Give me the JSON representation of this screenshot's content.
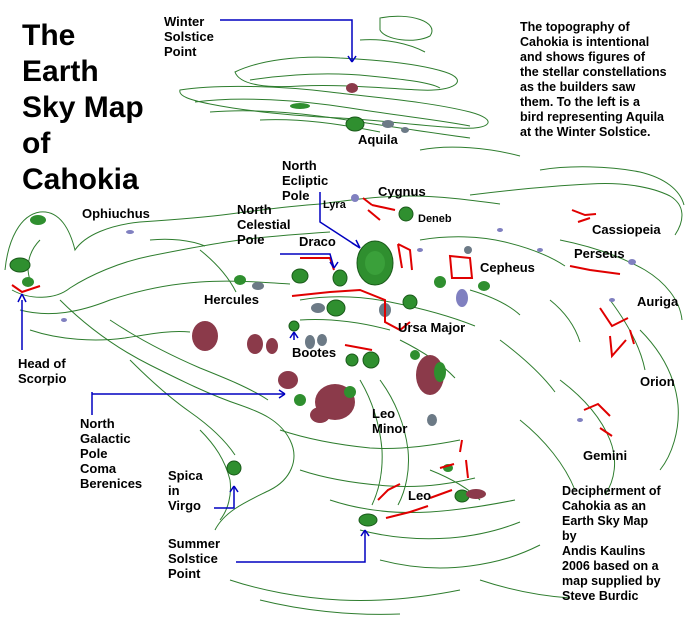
{
  "title": "The\nEarth\nSky Map\nof\nCahokia",
  "intro_note": "The topography of\nCahokia is intentional\nand shows figures of\nthe stellar constellations\nas the builders saw\nthem. To the left is a\nbird representing Aquila\nat the Winter Solstice.",
  "credit_note": "Decipherment of\nCahokia as an\nEarth Sky Map\nby\nAndis Kaulins\n2006 based on a\nmap supplied by\nSteve Burdic",
  "labels": {
    "winter_solstice": "Winter\nSolstice\nPoint",
    "aquila": "Aquila",
    "north_ecliptic_pole": "North\nEcliptic\nPole",
    "cygnus": "Cygnus",
    "lyra": "Lyra",
    "deneb": "Deneb",
    "north_celestial_pole": "North\nCelestial\nPole",
    "draco": "Draco",
    "ophiuchus": "Ophiuchus",
    "cassiopeia": "Cassiopeia",
    "cepheus": "Cepheus",
    "perseus": "Perseus",
    "hercules": "Hercules",
    "auriga": "Auriga",
    "ursa_major": "Ursa Major",
    "bootes": "Bootes",
    "orion": "Orion",
    "head_of_scorpio": "Head of\nScorpio",
    "north_galactic_pole": "North\nGalactic\nPole\nComa\nBerenices",
    "leo_minor": "Leo\nMinor",
    "gemini": "Gemini",
    "spica": "Spica\nin\nVirgo",
    "leo": "Leo",
    "summer_solstice": "Summer\nSolstice\nPoint"
  },
  "colors": {
    "contour": "#2e7d2e",
    "mound_green": "#2f8f2f",
    "mound_maroon": "#8b3a4a",
    "mound_gray": "#6c7a86",
    "mound_purple": "#8080c0",
    "constellation_line": "#e00000",
    "pointer_line": "#0000c0"
  }
}
